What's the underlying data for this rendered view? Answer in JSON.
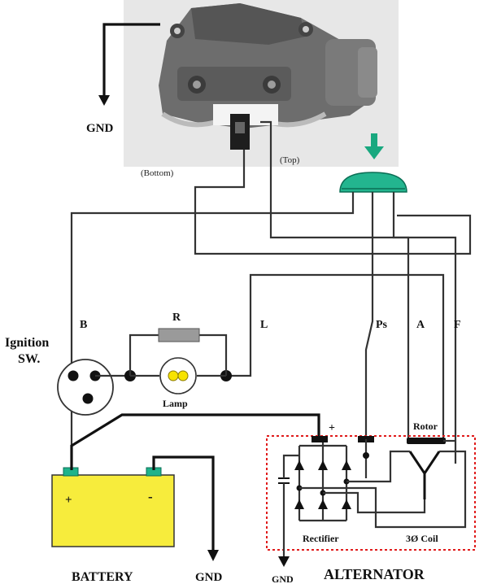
{
  "labels": {
    "gnd_top": "GND",
    "bottom": "(Bottom)",
    "top": "(Top)",
    "b": "B",
    "r": "R",
    "l": "L",
    "ps": "Ps",
    "a": "A",
    "f": "F",
    "ignition": "Ignition",
    "sw": "SW.",
    "lamp": "Lamp",
    "plus_battery": "+",
    "minus_battery": "-",
    "plus_rect": "+",
    "rotor": "Rotor",
    "rectifier": "Rectifier",
    "coil": "3Ø Coil",
    "battery": "BATTERY",
    "gnd_battery": "GND",
    "gnd_alt": "GND",
    "alternator": "ALTERNATOR"
  },
  "colors": {
    "battery_fill": "#f7ec3c",
    "terminal": "#1fb38a",
    "connector": "#23b58f",
    "arrow": "#19a87f",
    "lamp": "#f7e300",
    "resistor": "#9a9a9a",
    "dashed_box": "#e01b1b"
  }
}
